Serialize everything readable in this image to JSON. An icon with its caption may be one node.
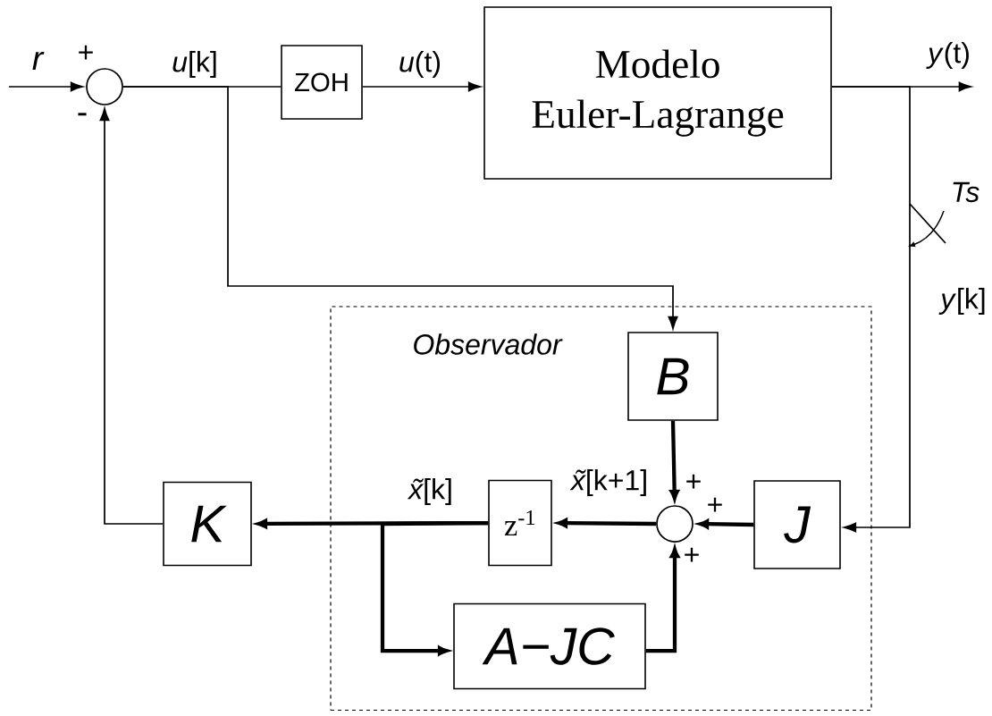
{
  "diagram": {
    "nodes": [
      {
        "text": [],
        "shape": "circle"
      },
      {
        "text": [
          "ZOH"
        ]
      },
      {
        "text": [
          "Modelo Euler-Lagrange"
        ]
      },
      {
        "text": [
          "Observador"
        ]
      },
      {
        "text": [
          "B"
        ],
        "in": 3
      },
      {
        "text": [],
        "shape": "circle",
        "in": 3
      },
      {
        "text": [
          "J"
        ],
        "in": 3
      },
      {
        "text": [
          "z$^{-1}$"
        ],
        "in": 3
      },
      {
        "text": [
          "A−JC"
        ],
        "in": 3
      },
      {
        "text": [
          "K"
        ]
      }
    ],
    "edges": [
      {
        "from": null,
        "to": 0,
        "arrow": "to",
        "label": "r"
      },
      {
        "from": 0,
        "to": 1,
        "arrow": "none",
        "label": "*u*[k]"
      },
      {
        "from": 1,
        "to": 2,
        "arrow": "to",
        "label": "*u*(t)"
      },
      {
        "from": 2,
        "to": null,
        "arrow": "to",
        "label": "*y*(t)"
      },
      {
        "from": 0,
        "to": 4,
        "arrow": "to"
      },
      {
        "from": 2,
        "to": 6,
        "arrow": "to"
      },
      {
        "from": 4,
        "to": 5,
        "arrow": "to",
        "style": "thick"
      },
      {
        "from": 6,
        "to": 5,
        "arrow": "to",
        "style": "thick"
      },
      {
        "from": 5,
        "to": 7,
        "arrow": "to",
        "style": "thick",
        "label": "*x̃*[k+1]"
      },
      {
        "from": 7,
        "to": 9,
        "arrow": "to",
        "style": "thick",
        "label": "*x̃*[k]"
      },
      {
        "from": 7,
        "to": 8,
        "arrow": "to",
        "style": "thick"
      },
      {
        "from": 8,
        "to": 5,
        "arrow": "to",
        "style": "thick"
      },
      {
        "from": 9,
        "to": 0,
        "arrow": "to"
      }
    ],
    "labels": [
      "+",
      "-",
      "Ts",
      "*y*[k]",
      "+",
      "+",
      "+"
    ]
  }
}
